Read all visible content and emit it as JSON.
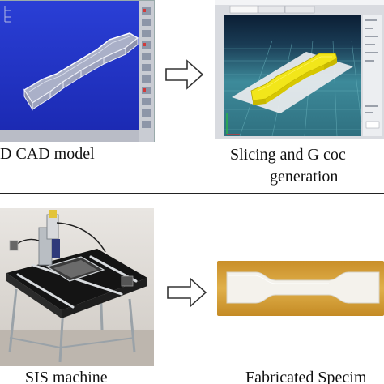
{
  "captions": {
    "cad": "D CAD model",
    "slicing_line1": "Slicing and G coc",
    "slicing_line2": "generation",
    "sis": "SIS machine",
    "fabricated": "Fabricated Specim"
  },
  "colors": {
    "cad_background": "#1e2fc4",
    "slicer_background": "#d9dbe0",
    "slicer_viewport_top": "#0b1e34",
    "slicer_viewport_floor": "#3d8a9a",
    "part_yellow": "#f2e61a",
    "specimen_base": "#d9a53a",
    "specimen_white": "#f4f2ec",
    "arrow_stroke": "#333333"
  },
  "icons": {
    "flow_arrow": "hollow-right-arrow"
  }
}
